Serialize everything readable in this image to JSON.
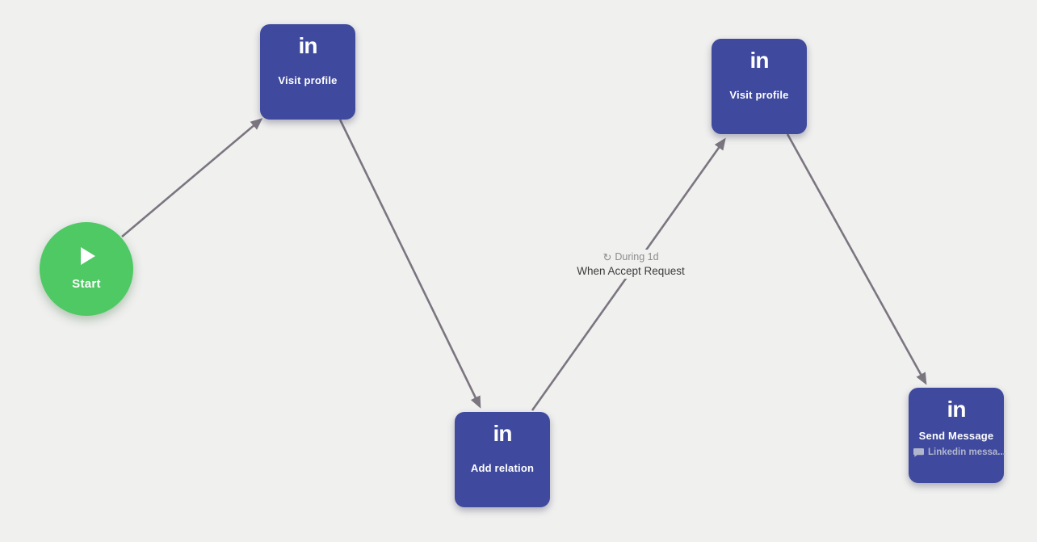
{
  "colors": {
    "background": "#f0f0ef",
    "node": "#3f4a9e",
    "start": "#4ec964",
    "edge": "#7b7580",
    "sublabel": "#b2b6cc"
  },
  "workflow": {
    "start": {
      "label": "Start",
      "icon": "play-icon"
    },
    "nodes": [
      {
        "id": "visit-profile-1",
        "logo": "in",
        "label": "Visit profile"
      },
      {
        "id": "add-relation",
        "logo": "in",
        "label": "Add relation"
      },
      {
        "id": "visit-profile-2",
        "logo": "in",
        "label": "Visit profile"
      },
      {
        "id": "send-message",
        "logo": "in",
        "label": "Send Message",
        "sublabel": "Linkedin messa...",
        "sublabel_icon": "message-icon"
      }
    ],
    "edges": [
      {
        "from": "start",
        "to": "visit-profile-1"
      },
      {
        "from": "visit-profile-1",
        "to": "add-relation"
      },
      {
        "from": "add-relation",
        "to": "visit-profile-2",
        "label": {
          "icon": "history-icon",
          "duration": "During 1d",
          "condition": "When Accept Request"
        }
      },
      {
        "from": "visit-profile-2",
        "to": "send-message"
      }
    ]
  }
}
